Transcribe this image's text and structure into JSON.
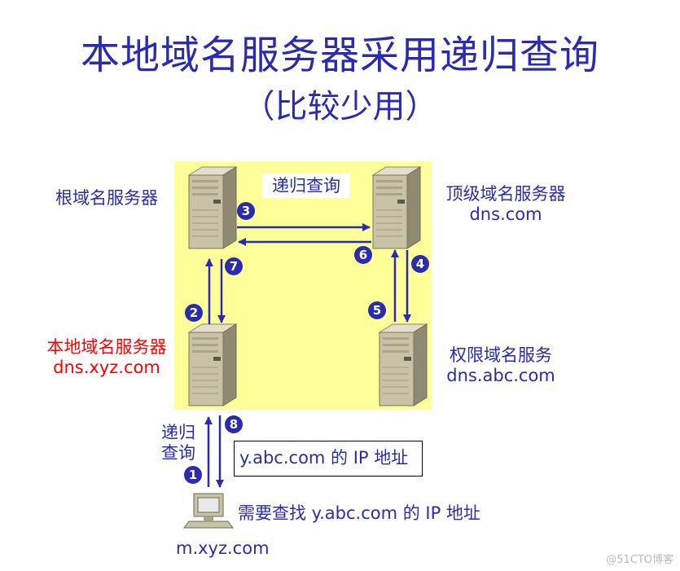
{
  "title": "本地域名服务器采用递归查询",
  "subtitle": "（比较少用）",
  "center_label": "递归查询",
  "servers": {
    "root": {
      "name": "根域名服务器"
    },
    "tld": {
      "name": "顶级域名服务器",
      "host": "dns.com"
    },
    "local": {
      "name": "本地域名服务器",
      "host": "dns.xyz.com"
    },
    "auth": {
      "name": "权限域名服务",
      "host": "dns.abc.com"
    }
  },
  "client": {
    "host": "m.xyz.com",
    "query_text": "需要查找 y.abc.com 的 IP 地址"
  },
  "client_query_label_line1": "递归",
  "client_query_label_line2": "查询",
  "answer_box": "y.abc.com 的 IP 地址",
  "steps": [
    "1",
    "2",
    "3",
    "4",
    "5",
    "6",
    "7",
    "8"
  ],
  "watermark": "@51CTO博客",
  "colors": {
    "text_blue": "#2b2bb0",
    "text_red": "#ff0000",
    "highlight": "#ffff99",
    "server": "#c8c3a6"
  }
}
